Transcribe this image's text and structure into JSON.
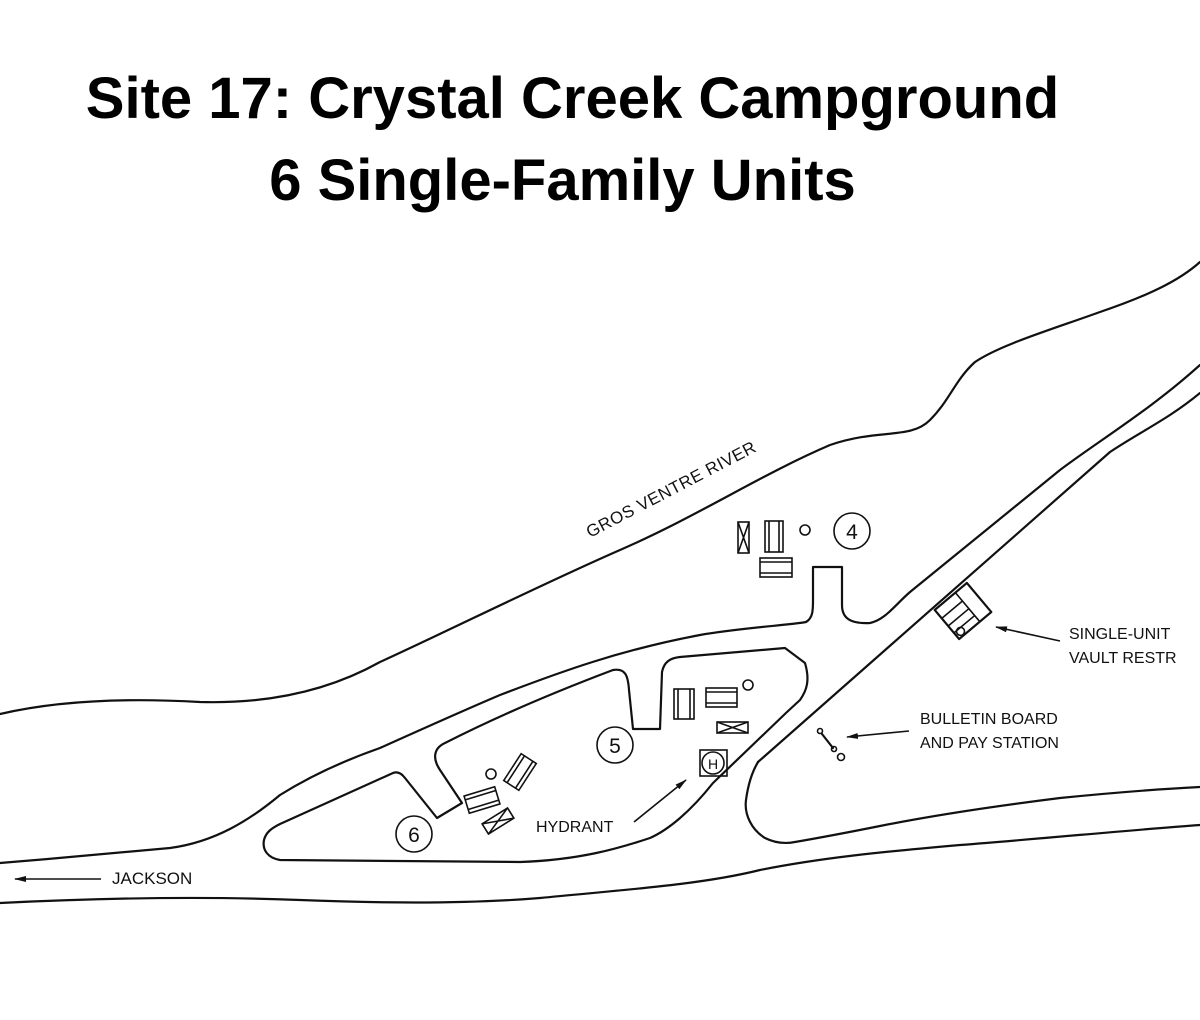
{
  "title": {
    "line1": "Site 17: Crystal Creek Campground",
    "line2": "6 Single-Family Units"
  },
  "map": {
    "river_label": "GROS VENTRE RIVER",
    "sites": [
      {
        "number": "4"
      },
      {
        "number": "5"
      },
      {
        "number": "6"
      }
    ],
    "hydrant_symbol": "H",
    "labels": {
      "hydrant": "HYDRANT",
      "jackson": "JACKSON",
      "restroom_line1": "SINGLE-UNIT",
      "restroom_line2": "VAULT RESTR",
      "bulletin_line1": "BULLETIN BOARD",
      "bulletin_line2": "AND PAY STATION"
    }
  }
}
